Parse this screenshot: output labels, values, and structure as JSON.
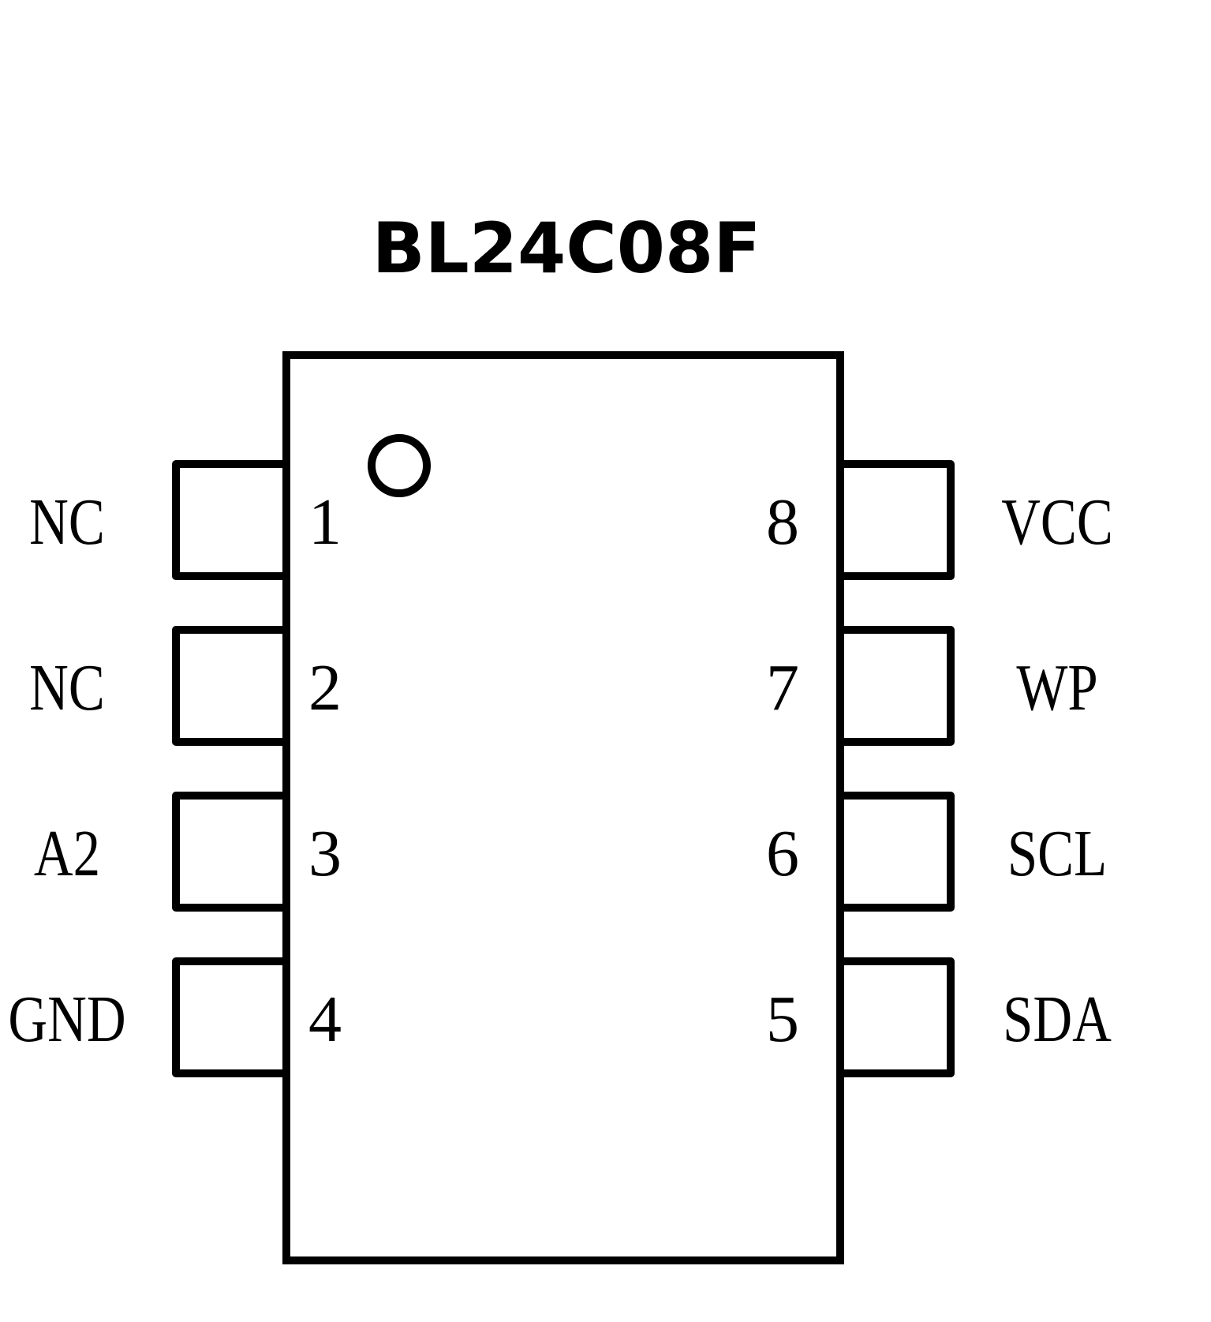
{
  "diagram": {
    "title": "BL24C08F",
    "line_color": "#000000",
    "background": "#ffffff",
    "pin1_marker": "circle-icon",
    "pins": [
      {
        "number": "1",
        "name": "NC",
        "side": "left"
      },
      {
        "number": "2",
        "name": "NC",
        "side": "left"
      },
      {
        "number": "3",
        "name": "A2",
        "side": "left"
      },
      {
        "number": "4",
        "name": "GND",
        "side": "left"
      },
      {
        "number": "8",
        "name": "VCC",
        "side": "right"
      },
      {
        "number": "7",
        "name": "WP",
        "side": "right"
      },
      {
        "number": "6",
        "name": "SCL",
        "side": "right"
      },
      {
        "number": "5",
        "name": "SDA",
        "side": "right"
      }
    ]
  }
}
